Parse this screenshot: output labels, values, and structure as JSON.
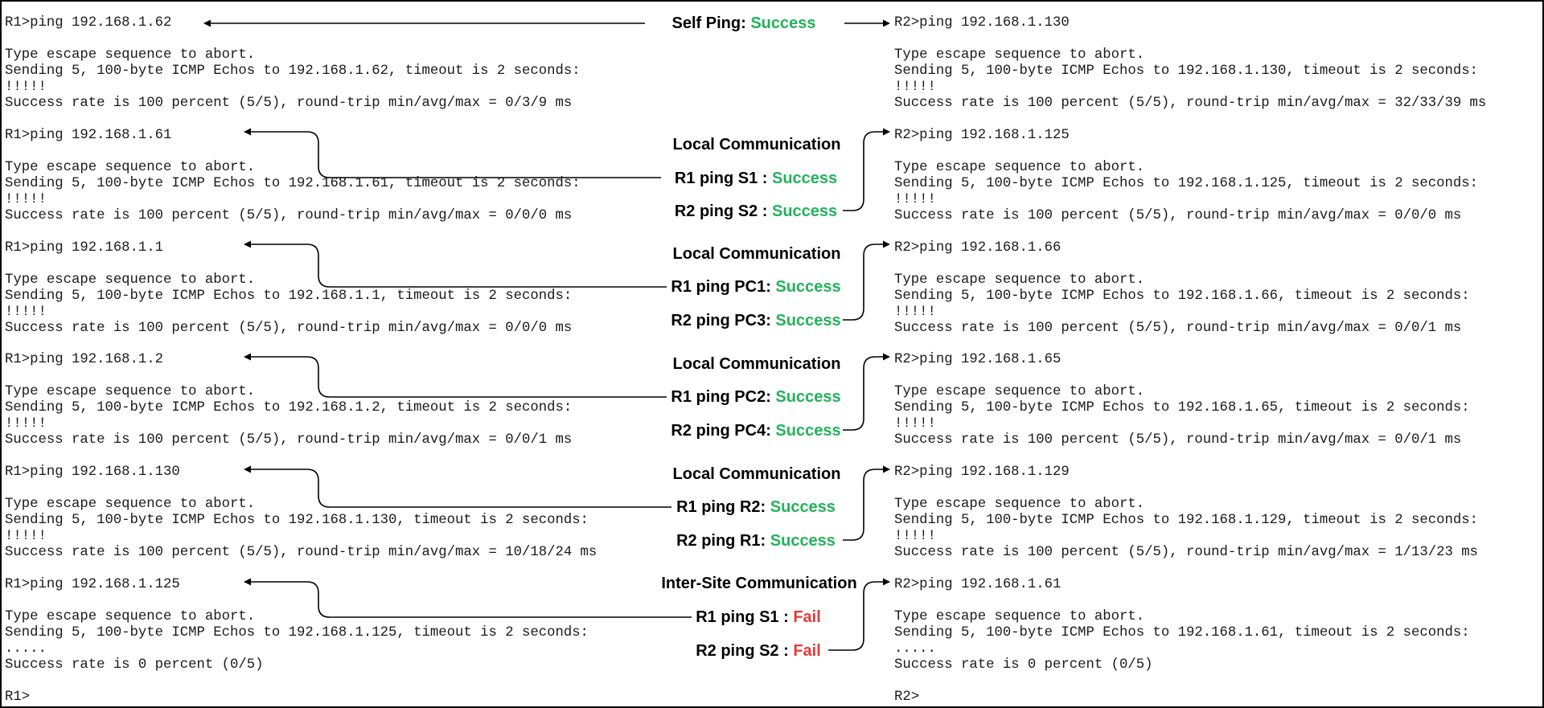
{
  "colors": {
    "success": "#22b35a",
    "fail": "#e53935",
    "text": "#1a1a1a"
  },
  "left_terminal": {
    "blocks": [
      {
        "cmd": "R1>ping 192.168.1.62",
        "abort": "Type escape sequence to abort.",
        "send": "Sending 5, 100-byte ICMP Echos to 192.168.1.62, timeout is 2 seconds:",
        "marks": "!!!!!",
        "result": "Success rate is 100 percent (5/5), round-trip min/avg/max = 0/3/9 ms"
      },
      {
        "cmd": "R1>ping 192.168.1.61",
        "abort": "Type escape sequence to abort.",
        "send": "Sending 5, 100-byte ICMP Echos to 192.168.1.61, timeout is 2 seconds:",
        "marks": "!!!!!",
        "result": "Success rate is 100 percent (5/5), round-trip min/avg/max = 0/0/0 ms"
      },
      {
        "cmd": "R1>ping 192.168.1.1",
        "abort": "Type escape sequence to abort.",
        "send": "Sending 5, 100-byte ICMP Echos to 192.168.1.1, timeout is 2 seconds:",
        "marks": "!!!!!",
        "result": "Success rate is 100 percent (5/5), round-trip min/avg/max = 0/0/0 ms"
      },
      {
        "cmd": "R1>ping 192.168.1.2",
        "abort": "Type escape sequence to abort.",
        "send": "Sending 5, 100-byte ICMP Echos to 192.168.1.2, timeout is 2 seconds:",
        "marks": "!!!!!",
        "result": "Success rate is 100 percent (5/5), round-trip min/avg/max = 0/0/1 ms"
      },
      {
        "cmd": "R1>ping 192.168.1.130",
        "abort": "Type escape sequence to abort.",
        "send": "Sending 5, 100-byte ICMP Echos to 192.168.1.130, timeout is 2 seconds:",
        "marks": "!!!!!",
        "result": "Success rate is 100 percent (5/5), round-trip min/avg/max = 10/18/24 ms"
      },
      {
        "cmd": "R1>ping 192.168.1.125",
        "abort": "Type escape sequence to abort.",
        "send": "Sending 5, 100-byte ICMP Echos to 192.168.1.125, timeout is 2 seconds:",
        "marks": ".....",
        "result": "Success rate is 0 percent (0/5)"
      }
    ],
    "prompt": "R1>"
  },
  "right_terminal": {
    "blocks": [
      {
        "cmd": "R2>ping 192.168.1.130",
        "abort": "Type escape sequence to abort.",
        "send": "Sending 5, 100-byte ICMP Echos to 192.168.1.130, timeout is 2 seconds:",
        "marks": "!!!!!",
        "result": "Success rate is 100 percent (5/5), round-trip min/avg/max = 32/33/39 ms"
      },
      {
        "cmd": "R2>ping 192.168.1.125",
        "abort": "Type escape sequence to abort.",
        "send": "Sending 5, 100-byte ICMP Echos to 192.168.1.125, timeout is 2 seconds:",
        "marks": "!!!!!",
        "result": "Success rate is 100 percent (5/5), round-trip min/avg/max = 0/0/0 ms"
      },
      {
        "cmd": "R2>ping 192.168.1.66",
        "abort": "Type escape sequence to abort.",
        "send": "Sending 5, 100-byte ICMP Echos to 192.168.1.66, timeout is 2 seconds:",
        "marks": "!!!!!",
        "result": "Success rate is 100 percent (5/5), round-trip min/avg/max = 0/0/1 ms"
      },
      {
        "cmd": "R2>ping 192.168.1.65",
        "abort": "Type escape sequence to abort.",
        "send": "Sending 5, 100-byte ICMP Echos to 192.168.1.65, timeout is 2 seconds:",
        "marks": "!!!!!",
        "result": "Success rate is 100 percent (5/5), round-trip min/avg/max = 0/0/1 ms"
      },
      {
        "cmd": "R2>ping 192.168.1.129",
        "abort": "Type escape sequence to abort.",
        "send": "Sending 5, 100-byte ICMP Echos to 192.168.1.129, timeout is 2 seconds:",
        "marks": "!!!!!",
        "result": "Success rate is 100 percent (5/5), round-trip min/avg/max = 1/13/23 ms"
      },
      {
        "cmd": "R2>ping 192.168.1.61",
        "abort": "Type escape sequence to abort.",
        "send": "Sending 5, 100-byte ICMP Echos to 192.168.1.61, timeout is 2 seconds:",
        "marks": ".....",
        "result": "Success rate is 0 percent (0/5)"
      }
    ],
    "prompt": "R2>"
  },
  "annotations": {
    "self": {
      "title": "Self Ping:",
      "status": "Success"
    },
    "groups": [
      {
        "heading": "Local Communication",
        "r1": "R1 ping S1 :",
        "r1_status": "Success",
        "r2": "R2 ping S2 :",
        "r2_status": "Success"
      },
      {
        "heading": "Local Communication",
        "r1": "R1 ping PC1:",
        "r1_status": "Success",
        "r2": "R2 ping PC3:",
        "r2_status": "Success"
      },
      {
        "heading": "Local Communication",
        "r1": "R1 ping PC2:",
        "r1_status": "Success",
        "r2": "R2 ping PC4:",
        "r2_status": "Success"
      },
      {
        "heading": "Local Communication",
        "r1": "R1 ping R2:",
        "r1_status": "Success",
        "r2": "R2 ping R1:",
        "r2_status": "Success"
      },
      {
        "heading": "Inter-Site Communication",
        "r1": "R1 ping S1 :",
        "r1_status": "Fail",
        "r2": "R2 ping S2 :",
        "r2_status": "Fail"
      }
    ]
  }
}
